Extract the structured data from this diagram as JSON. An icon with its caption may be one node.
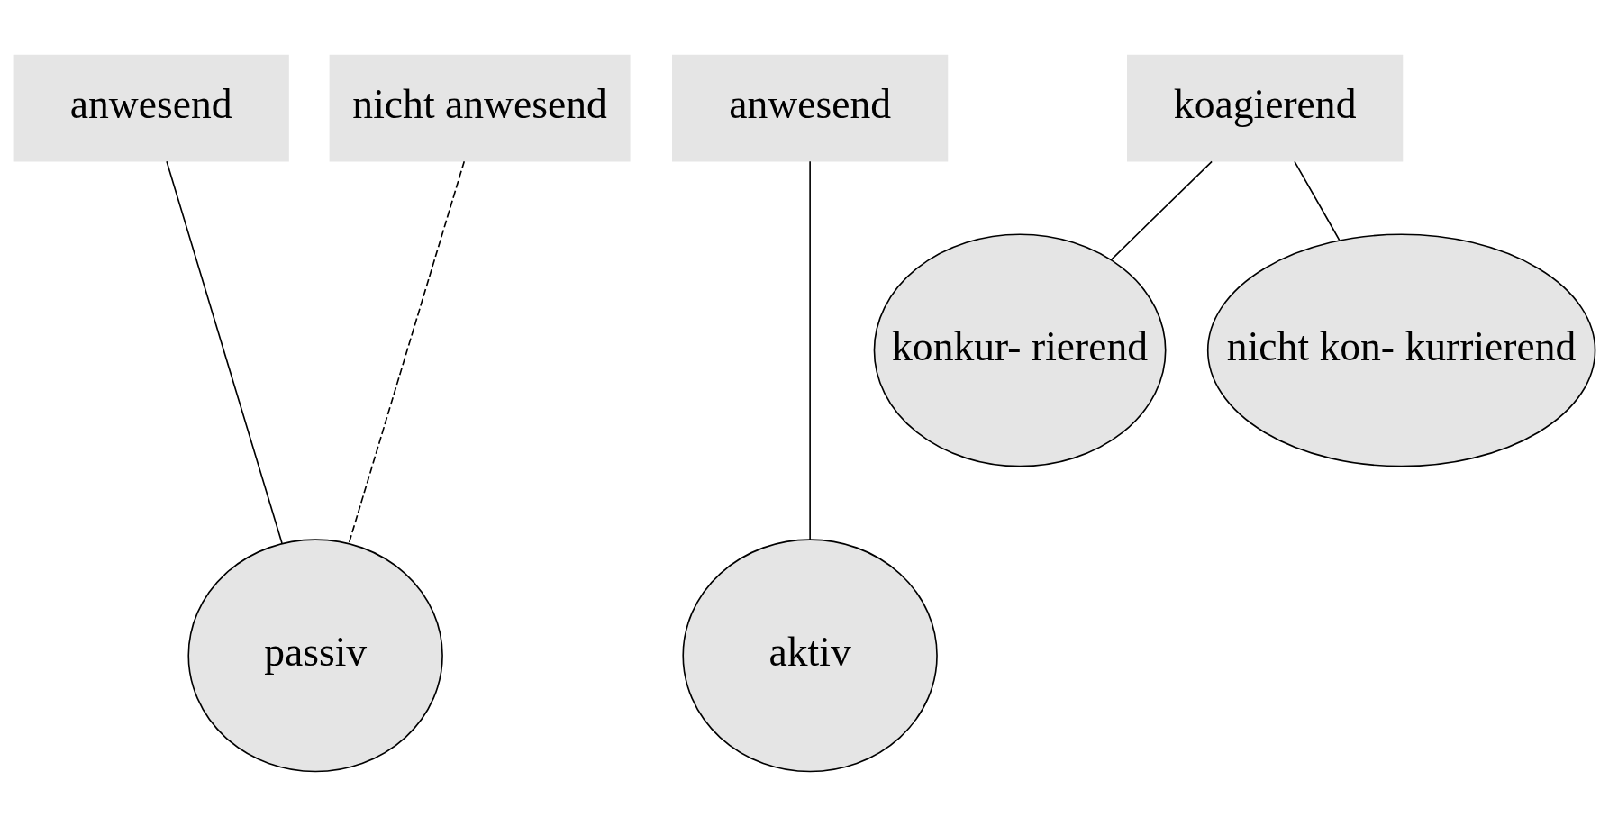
{
  "diagram": {
    "nodes": [
      {
        "text": [
          "anwesend"
        ]
      },
      {
        "text": [
          "nicht anwesend"
        ]
      },
      {
        "text": [
          "anwesend"
        ]
      },
      {
        "text": [
          "koagierend"
        ]
      },
      {
        "text": [
          "passiv"
        ]
      },
      {
        "text": [
          "konkur- rierend"
        ]
      },
      {
        "text": [
          "nicht kon- kurrierend"
        ]
      },
      {
        "text": [
          "aktiv"
        ]
      }
    ],
    "edges": [
      {
        "from": 0,
        "to": 4,
        "arrow": "none"
      },
      {
        "from": 1,
        "to": 4,
        "arrow": "none",
        "style": "dashed"
      },
      {
        "from": 2,
        "to": 7,
        "arrow": "none"
      },
      {
        "from": 3,
        "to": 5,
        "arrow": "none"
      },
      {
        "from": 3,
        "to": 6,
        "arrow": "none"
      }
    ]
  }
}
